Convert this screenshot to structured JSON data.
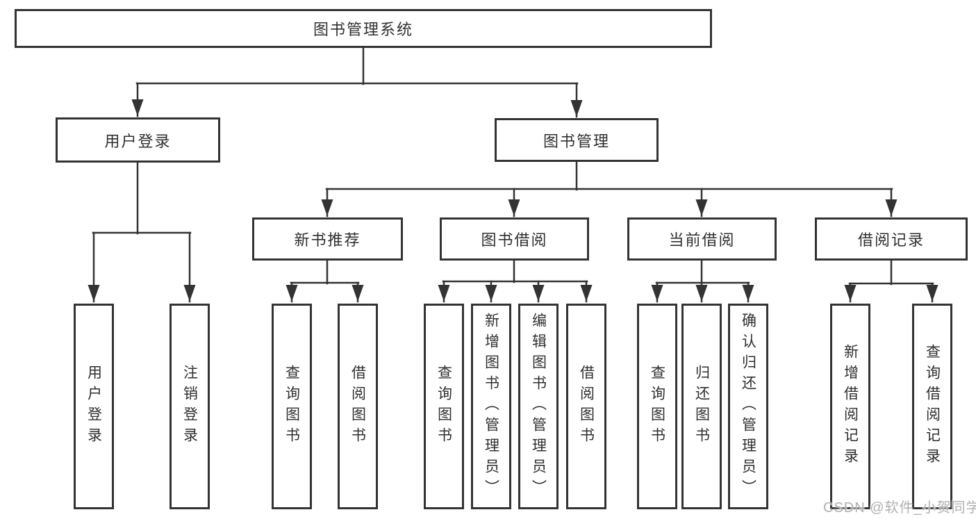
{
  "diagram": {
    "root": {
      "label": "图书管理系统"
    },
    "branches": [
      {
        "label": "用户登录",
        "children": [
          {
            "label": "用户登录"
          },
          {
            "label": "注销登录"
          }
        ]
      },
      {
        "label": "图书管理",
        "children": [
          {
            "label": "新书推荐",
            "children": [
              {
                "label": "查询图书"
              },
              {
                "label": "借阅图书"
              }
            ]
          },
          {
            "label": "图书借阅",
            "children": [
              {
                "label": "查询图书"
              },
              {
                "label": "新增图书（管理员）"
              },
              {
                "label": "编辑图书（管理员）"
              },
              {
                "label": "借阅图书"
              }
            ]
          },
          {
            "label": "当前借阅",
            "children": [
              {
                "label": "查询图书"
              },
              {
                "label": "归还图书"
              },
              {
                "label": "确认归还（管理员）"
              }
            ]
          },
          {
            "label": "借阅记录",
            "children": [
              {
                "label": "新增借阅记录"
              },
              {
                "label": "查询借阅记录"
              }
            ]
          }
        ]
      }
    ]
  },
  "watermark": {
    "text": "CSDN @软件_小贺同学"
  },
  "colors": {
    "line": "#333333",
    "text": "#2f2f2f",
    "background": "#ffffff",
    "watermark": "#b0b0b0"
  }
}
